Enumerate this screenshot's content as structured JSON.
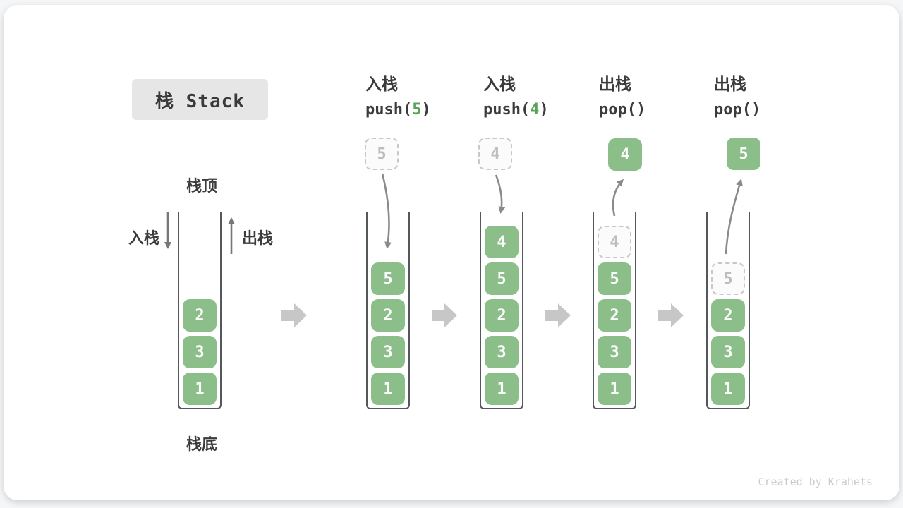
{
  "title": {
    "label": "栈 Stack"
  },
  "watermark": "Created by Krahets",
  "left_legend": {
    "stack_top": "栈顶",
    "stack_bottom": "栈底",
    "push": "入栈",
    "pop": "出栈"
  },
  "operations": [
    {
      "name": "入栈",
      "code_pre": "push(",
      "code_arg": "5",
      "code_post": ")"
    },
    {
      "name": "入栈",
      "code_pre": "push(",
      "code_arg": "4",
      "code_post": ")"
    },
    {
      "name": "出栈",
      "code_pre": "pop()",
      "code_arg": "",
      "code_post": ""
    },
    {
      "name": "出栈",
      "code_pre": "pop()",
      "code_arg": "",
      "code_post": ""
    }
  ],
  "floating_values": [
    {
      "value": "5",
      "kind": "pending-push-ghost"
    },
    {
      "value": "4",
      "kind": "pending-push-ghost"
    },
    {
      "value": "4",
      "kind": "popped-solid"
    },
    {
      "value": "5",
      "kind": "popped-solid"
    }
  ],
  "stacks": [
    {
      "cells": [
        {
          "value": "2"
        },
        {
          "value": "3"
        },
        {
          "value": "1"
        }
      ]
    },
    {
      "cells": [
        {
          "value": "5"
        },
        {
          "value": "2"
        },
        {
          "value": "3"
        },
        {
          "value": "1"
        }
      ]
    },
    {
      "cells": [
        {
          "value": "4"
        },
        {
          "value": "5"
        },
        {
          "value": "2"
        },
        {
          "value": "3"
        },
        {
          "value": "1"
        }
      ]
    },
    {
      "cells": [
        {
          "value": "4",
          "ghost": true
        },
        {
          "value": "5"
        },
        {
          "value": "2"
        },
        {
          "value": "3"
        },
        {
          "value": "1"
        }
      ]
    },
    {
      "cells": [
        {
          "value": "5",
          "ghost": true
        },
        {
          "value": "2"
        },
        {
          "value": "3"
        },
        {
          "value": "1"
        }
      ]
    }
  ],
  "colors": {
    "cell_green": "#8cbe8a",
    "code_arg_green": "#56a356",
    "ghost_border": "#c8c8c8",
    "curved_arrow_gray": "#8a8a8a",
    "block_arrow_gray": "#c7c7c7",
    "title_bg": "#e6e6e6",
    "text_dark": "#3b3b3b",
    "watermark_gray": "#c9cccf"
  }
}
